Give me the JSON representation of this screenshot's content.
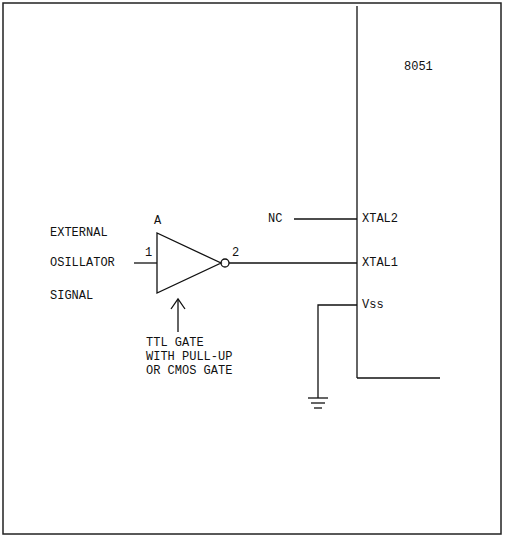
{
  "diagram": {
    "labels": [
      "8051",
      "NC",
      "XTAL2",
      "EXTERNAL",
      "OSILLATOR",
      "SIGNAL",
      "A",
      "1",
      "2",
      "XTAL1",
      "Vss",
      "TTL GATE WITH PULL-UP OR CMOS GATE"
    ]
  }
}
